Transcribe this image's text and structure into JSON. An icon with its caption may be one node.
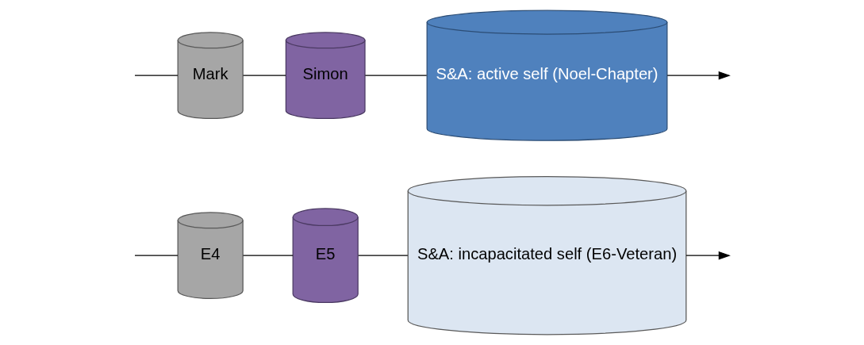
{
  "diagram": {
    "nodes": [
      {
        "text": [
          "E4"
        ]
      },
      {
        "text": [
          "Mark"
        ]
      },
      {
        "text": [
          "E5"
        ]
      },
      {
        "text": [
          "Simon"
        ]
      },
      {
        "text": [
          "S&A: incapacitated self (E6-Veteran)"
        ]
      },
      {
        "text": [
          "S&A: active self (Noel-Chapter)"
        ]
      }
    ],
    "edges": [
      {
        "from": null,
        "to": 0,
        "arrow": "none"
      },
      {
        "from": 0,
        "to": 2,
        "arrow": "none"
      },
      {
        "from": 2,
        "to": 4,
        "arrow": "none"
      },
      {
        "from": 4,
        "to": null,
        "arrow": "to"
      },
      {
        "from": null,
        "to": 1,
        "arrow": "none"
      },
      {
        "from": 1,
        "to": 3,
        "arrow": "none"
      },
      {
        "from": 3,
        "to": 5,
        "arrow": "none"
      },
      {
        "from": 5,
        "to": null,
        "arrow": "to"
      }
    ]
  }
}
